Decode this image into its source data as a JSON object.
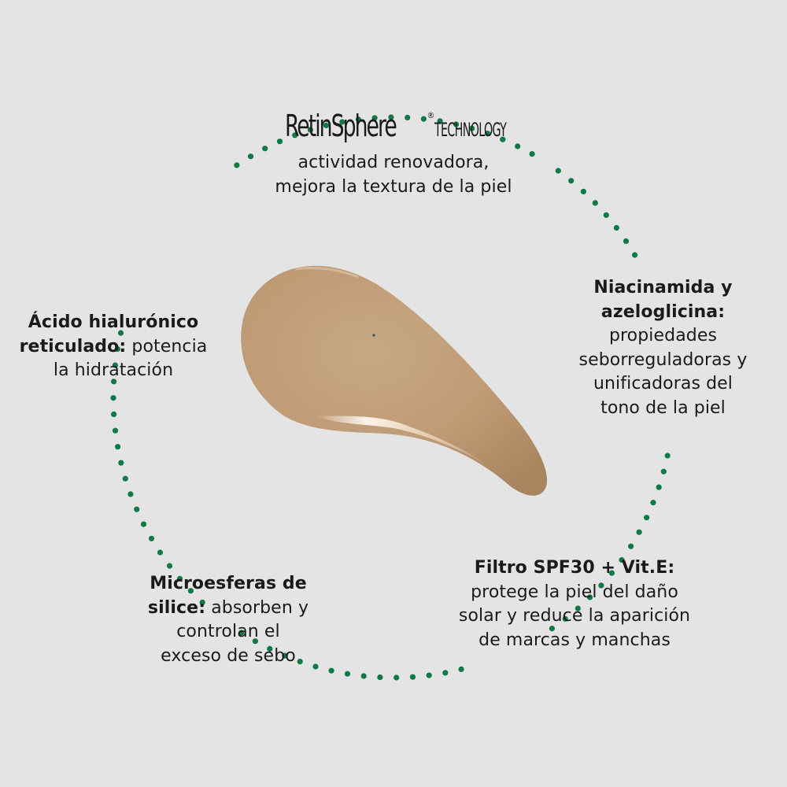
{
  "brand": {
    "name": "RetinSphere",
    "registered_mark": "®",
    "tagline": "TECHNOLOGY",
    "line1": "actividad renovadora,",
    "line2": "mejora la textura de la piel"
  },
  "niacinamida": {
    "title1": "Niacinamida y",
    "title2": "azeloglicina:",
    "line1": "propiedades",
    "line2": "seborreguladoras y",
    "line3": "unificadoras del",
    "line4": "tono de la piel"
  },
  "acido": {
    "title1": "Ácido hialurónico",
    "title2": "reticulado:",
    "rest": " potencia",
    "line3": "la hidratación"
  },
  "filtro": {
    "title": "Filtro SPF30 + Vit.E:",
    "line1": "protege la piel del daño",
    "line2": "solar y reduce la aparición",
    "line3": "de marcas y manchas"
  },
  "microesferas": {
    "title1": "Microesferas de",
    "title2": "silice:",
    "rest": " absorben y",
    "line3": "controlan el",
    "line4": "exceso de sebo"
  },
  "colors": {
    "background": "#e4e4e4",
    "dot_green": "#0f7a45",
    "swatch": "#c2a07c"
  }
}
